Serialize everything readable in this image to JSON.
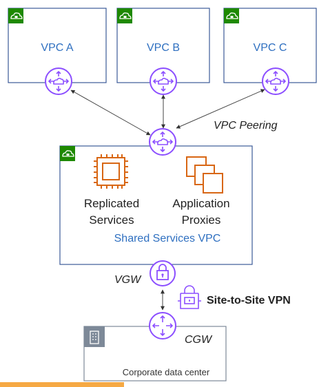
{
  "vpcs": [
    {
      "label": "VPC A"
    },
    {
      "label": "VPC B"
    },
    {
      "label": "VPC C"
    }
  ],
  "peering_label": "VPC Peering",
  "shared": {
    "replicated_line1": "Replicated",
    "replicated_line2": "Services",
    "proxies_line1": "Application",
    "proxies_line2": "Proxies",
    "vpc_label": "Shared Services VPC"
  },
  "vgw_label": "VGW",
  "vpn_label": "Site-to-Site VPN",
  "cgw_label": "CGW",
  "datacenter_label": "Corporate data center",
  "colors": {
    "vpc_border": "#3b5998",
    "vpc_text": "#2e6fc0",
    "router_purple": "#8c4fff",
    "ec2_orange": "#d86613",
    "cloud_green": "#1e8900",
    "dc_gray": "#7d8998",
    "footer_orange": "#f59a23"
  },
  "icons": [
    "cloud-lock-icon",
    "router-icon",
    "ec2-instance-icon",
    "proxy-stack-icon",
    "vpn-gateway-icon",
    "vpn-connection-icon",
    "building-icon"
  ]
}
